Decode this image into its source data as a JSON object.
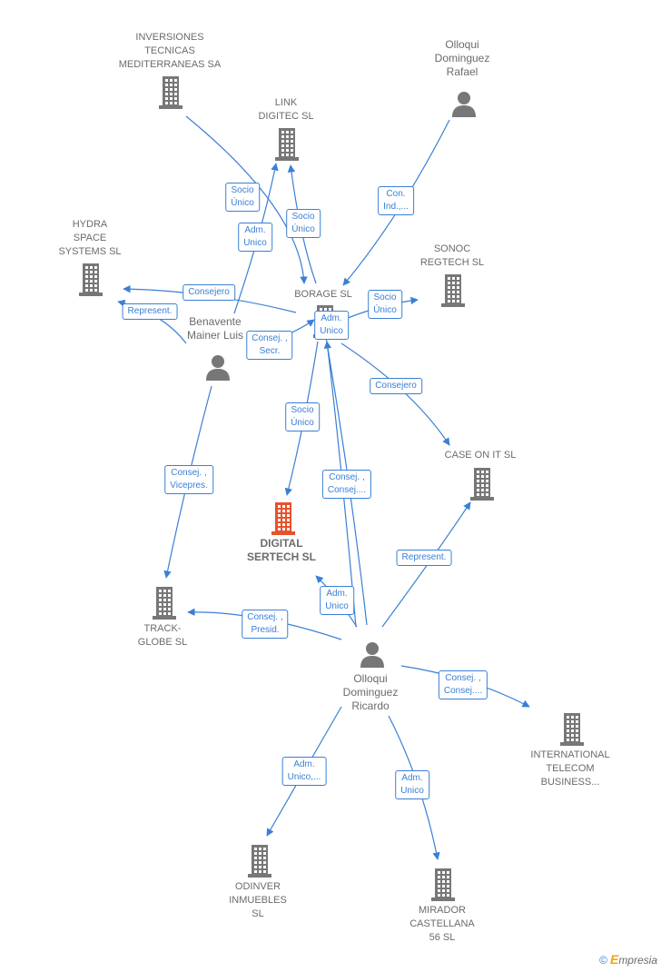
{
  "colors": {
    "edge": "#3a7fd5",
    "node": "#777777",
    "focus": "#e8522a",
    "text": "#6b6b6b"
  },
  "nodes": {
    "inversiones": {
      "kind": "company",
      "lines": [
        "INVERSIONES",
        "TECNICAS",
        "MEDITERRANEAS SA"
      ]
    },
    "link": {
      "kind": "company",
      "lines": [
        "LINK",
        "DIGITEC  SL"
      ]
    },
    "olloqui_rafael": {
      "kind": "person",
      "lines": [
        "Olloqui",
        "Dominguez",
        "Rafael"
      ]
    },
    "hydra": {
      "kind": "company",
      "lines": [
        "HYDRA",
        "SPACE",
        "SYSTEMS  SL"
      ]
    },
    "sonoc": {
      "kind": "company",
      "lines": [
        "SONOC",
        "REGTECH  SL"
      ]
    },
    "borage": {
      "kind": "company",
      "lines": [
        "BORAGE SL"
      ]
    },
    "benavente": {
      "kind": "person",
      "lines": [
        "Benavente",
        "Mainer Luis"
      ]
    },
    "case_on_it": {
      "kind": "company",
      "lines": [
        "CASE ON IT  SL"
      ]
    },
    "digital": {
      "kind": "focus",
      "lines": [
        "DIGITAL",
        "SERTECH  SL"
      ]
    },
    "track": {
      "kind": "company",
      "lines": [
        "TRACK-",
        "GLOBE SL"
      ]
    },
    "olloqui_ricardo": {
      "kind": "person",
      "lines": [
        "Olloqui",
        "Dominguez",
        "Ricardo"
      ]
    },
    "international": {
      "kind": "company",
      "lines": [
        "INTERNATIONAL",
        "TELECOM",
        "BUSINESS..."
      ]
    },
    "odinver": {
      "kind": "company",
      "lines": [
        "ODINVER",
        "INMUEBLES",
        "SL"
      ]
    },
    "mirador": {
      "kind": "company",
      "lines": [
        "MIRADOR",
        "CASTELLANA",
        "56 SL"
      ]
    }
  },
  "edges": [
    {
      "id": "inv-borage",
      "from": "inversiones",
      "to": "borage",
      "lines": [
        "Socio",
        "Único"
      ]
    },
    {
      "id": "benav-link",
      "from": "benavente",
      "to": "link",
      "lines": [
        "Adm.",
        "Unico"
      ]
    },
    {
      "id": "borage-link",
      "from": "borage",
      "to": "link",
      "lines": [
        "Socio",
        "Único"
      ]
    },
    {
      "id": "rafael-borage",
      "from": "olloqui_rafael",
      "to": "borage",
      "lines": [
        "Con.",
        "Ind.,..."
      ]
    },
    {
      "id": "borage-hydra",
      "from": "borage",
      "to": "hydra",
      "lines": [
        "Consejero"
      ]
    },
    {
      "id": "benav-hydra",
      "from": "benavente",
      "to": "hydra",
      "lines": [
        "Represent."
      ]
    },
    {
      "id": "borage-sonoc",
      "from": "borage",
      "to": "sonoc",
      "lines": [
        "Socio",
        "Único"
      ]
    },
    {
      "id": "benav-borage",
      "from": "benavente",
      "to": "borage",
      "lines": [
        "Consej. ,",
        "Secr."
      ]
    },
    {
      "id": "ricardo-borage",
      "from": "olloqui_ricardo",
      "to": "borage",
      "lines": [
        "Adm.",
        "Unico"
      ]
    },
    {
      "id": "borage-case",
      "from": "borage",
      "to": "case_on_it",
      "lines": [
        "Consejero"
      ]
    },
    {
      "id": "borage-digital",
      "from": "borage",
      "to": "digital",
      "lines": [
        "Socio",
        "Único"
      ]
    },
    {
      "id": "ricardo-borage2",
      "from": "olloqui_ricardo",
      "to": "borage",
      "lines": [
        "Consej. ,",
        "Consej...."
      ]
    },
    {
      "id": "benav-track",
      "from": "benavente",
      "to": "track",
      "lines": [
        "Consej. ,",
        "Vicepres."
      ]
    },
    {
      "id": "ricardo-case",
      "from": "olloqui_ricardo",
      "to": "case_on_it",
      "lines": [
        "Represent."
      ]
    },
    {
      "id": "ricardo-digital",
      "from": "olloqui_ricardo",
      "to": "digital",
      "lines": [
        "Adm.",
        "Unico"
      ]
    },
    {
      "id": "ricardo-track",
      "from": "olloqui_ricardo",
      "to": "track",
      "lines": [
        "Consej. ,",
        "Presid."
      ]
    },
    {
      "id": "ricardo-intl",
      "from": "olloqui_ricardo",
      "to": "international",
      "lines": [
        "Consej. ,",
        "Consej...."
      ]
    },
    {
      "id": "ricardo-odinver",
      "from": "olloqui_ricardo",
      "to": "odinver",
      "lines": [
        "Adm.",
        "Unico,..."
      ]
    },
    {
      "id": "ricardo-mirador",
      "from": "olloqui_ricardo",
      "to": "mirador",
      "lines": [
        "Adm.",
        "Unico"
      ]
    }
  ],
  "brand": {
    "copyright": "©",
    "name_initial": "E",
    "name_rest": "mpresia"
  }
}
